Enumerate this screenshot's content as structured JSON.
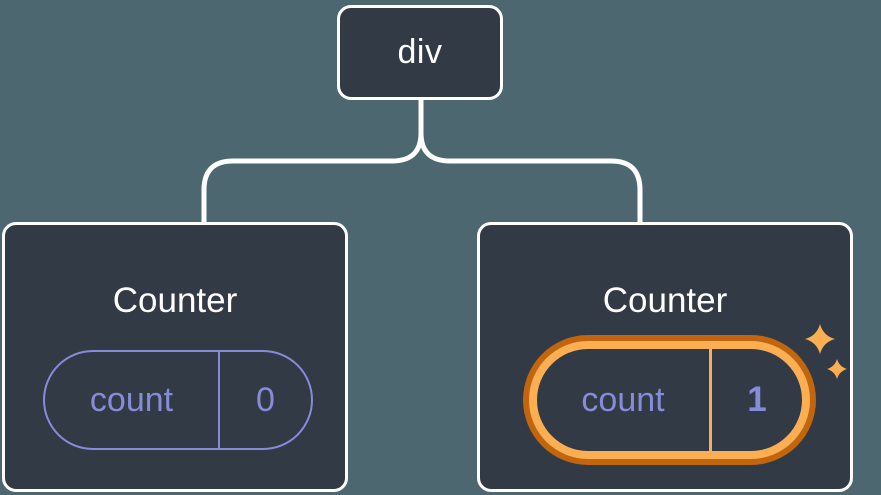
{
  "diagram": {
    "description": "Component tree: a div root element with two Counter children; second Counter's count state is highlighted",
    "tree": {
      "root": {
        "label": "div"
      },
      "children": [
        {
          "title": "Counter",
          "state": {
            "name": "count",
            "value": "0"
          },
          "highlighted": false
        },
        {
          "title": "Counter",
          "state": {
            "name": "count",
            "value": "1"
          },
          "highlighted": true,
          "icon": "sparkles-icon"
        }
      ]
    }
  },
  "colors": {
    "background": "#4D6770",
    "card": "#323A46",
    "line": "#FFFFFF",
    "text": "#FFFFFF",
    "purple": "#868CD8",
    "orange": "#FBAE52",
    "orange-dark": "#C1650F"
  }
}
